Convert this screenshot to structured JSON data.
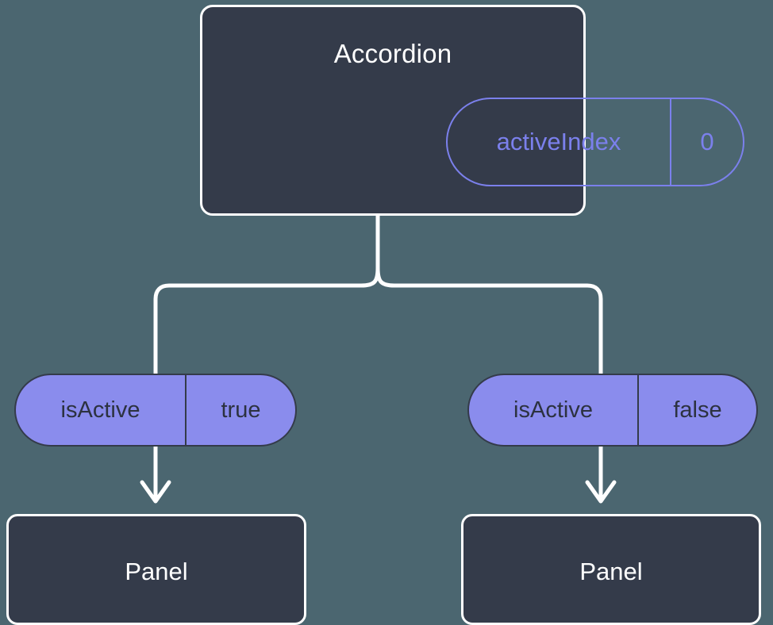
{
  "diagram": {
    "type": "component-state-tree",
    "background_color": "#4b6670",
    "root": {
      "title": "Accordion",
      "state_pill": {
        "key": "activeIndex",
        "value": "0",
        "outline_color": "#7b80ec",
        "fill": "transparent"
      },
      "card_fill": "#343b4a",
      "card_border_color": "#ffffff"
    },
    "branches": [
      {
        "prop_pill": {
          "key": "isActive",
          "value": "true",
          "fill_color": "#8a8ced",
          "border_color": "#343b4a"
        },
        "child": {
          "title": "Panel",
          "card_fill": "#343b4a",
          "card_border_color": "#ffffff"
        }
      },
      {
        "prop_pill": {
          "key": "isActive",
          "value": "false",
          "fill_color": "#8a8ced",
          "border_color": "#343b4a"
        },
        "child": {
          "title": "Panel",
          "card_fill": "#343b4a",
          "card_border_color": "#ffffff"
        }
      }
    ],
    "connector_color": "#ffffff"
  }
}
